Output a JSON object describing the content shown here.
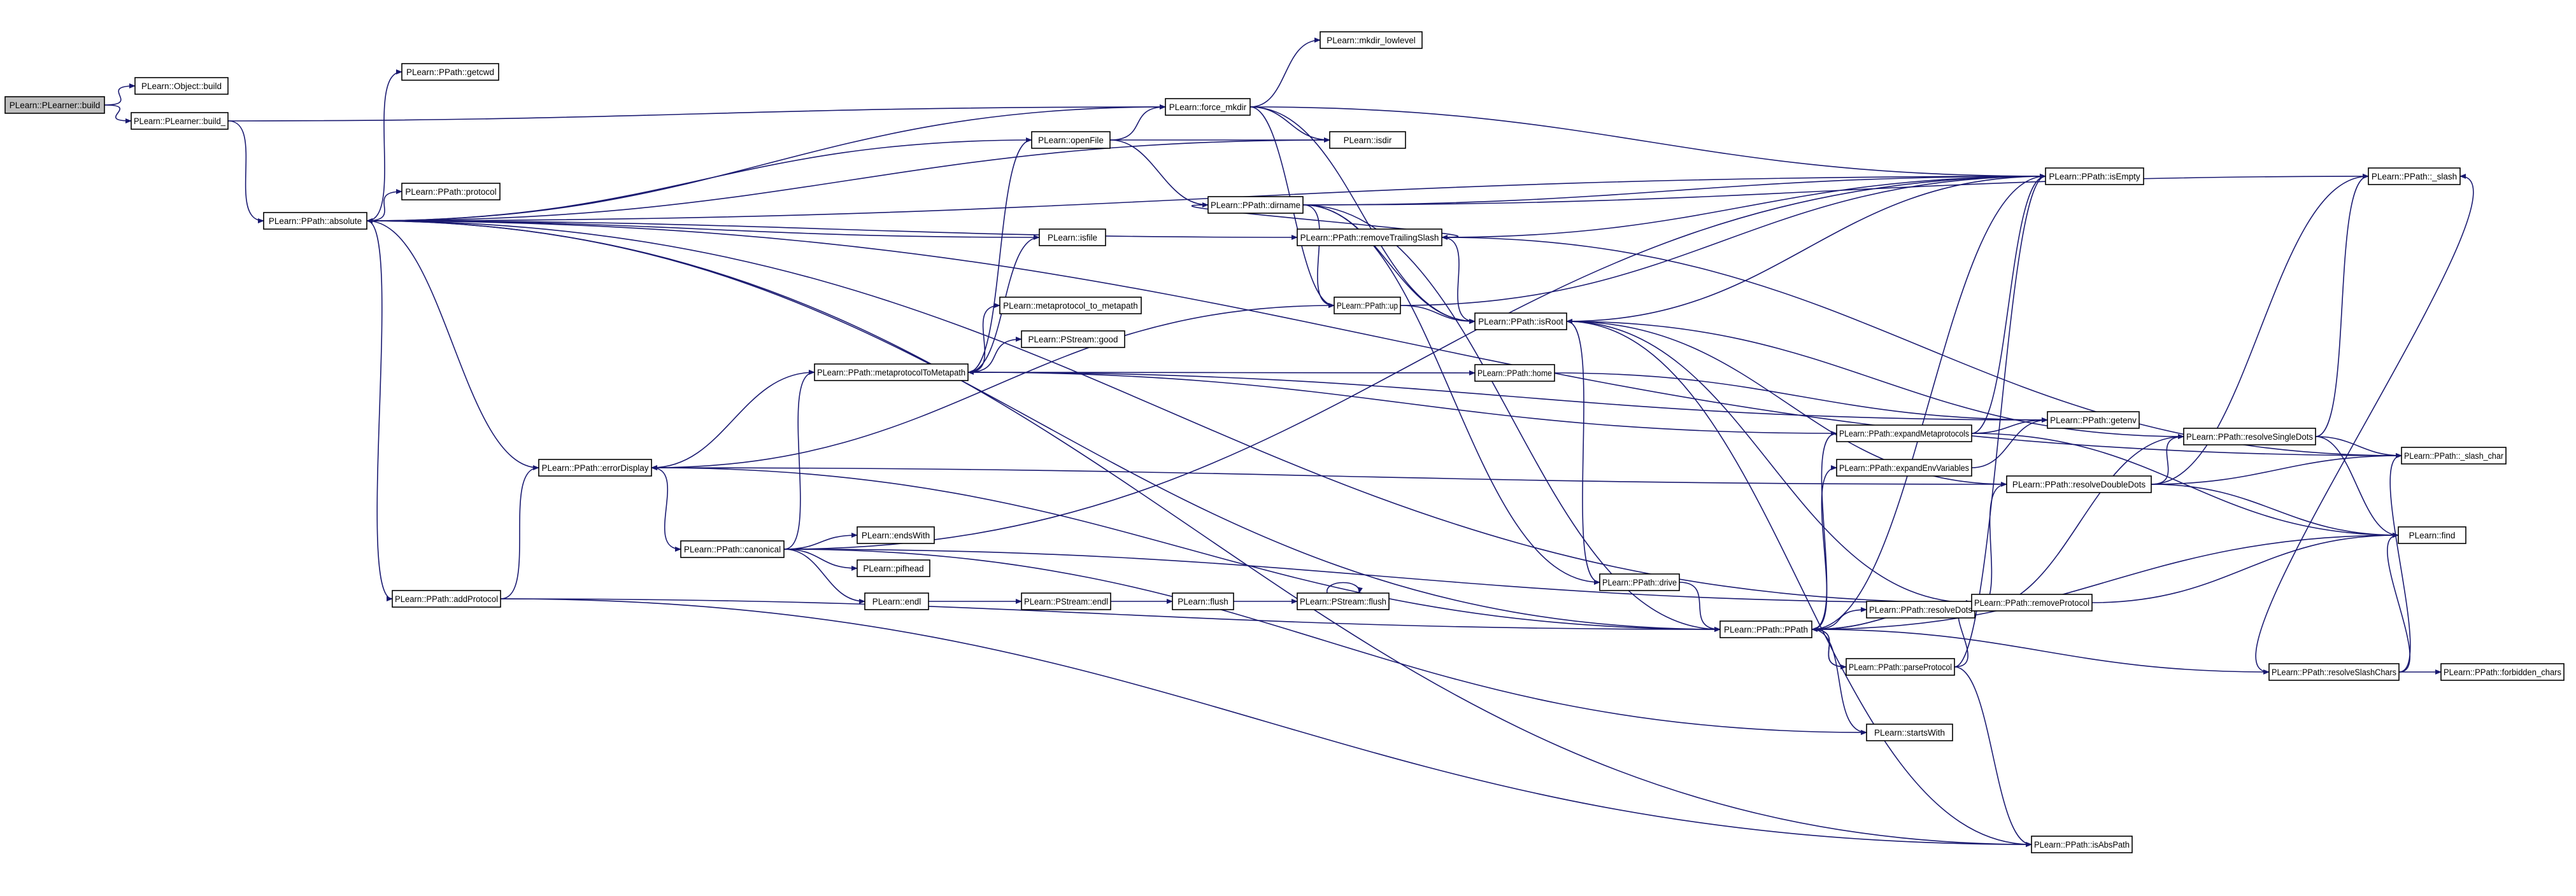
{
  "colors": {
    "edge": "#191970",
    "node_fill": "#ffffff",
    "root_fill": "#bfbfbf",
    "border": "#000000"
  },
  "nodes": [
    {
      "id": "build",
      "label": "PLearn::PLearner::build"
    },
    {
      "id": "obj_build",
      "label": "PLearn::Object::build"
    },
    {
      "id": "build_",
      "label": "PLearn::PLearner::build_"
    },
    {
      "id": "getcwd",
      "label": "PLearn::PPath::getcwd"
    },
    {
      "id": "absolute",
      "label": "PLearn::PPath::absolute"
    },
    {
      "id": "protocol",
      "label": "PLearn::PPath::protocol"
    },
    {
      "id": "errorDisplay",
      "label": "PLearn::PPath::errorDisplay"
    },
    {
      "id": "addProtocol",
      "label": "PLearn::PPath::addProtocol"
    },
    {
      "id": "canonical",
      "label": "PLearn::PPath::canonical"
    },
    {
      "id": "endsWith",
      "label": "PLearn::endsWith"
    },
    {
      "id": "pifhead",
      "label": "PLearn::pifhead"
    },
    {
      "id": "endl",
      "label": "PLearn::endl"
    },
    {
      "id": "pstream_endl",
      "label": "PLearn::PStream::endl"
    },
    {
      "id": "flush",
      "label": "PLearn::flush"
    },
    {
      "id": "pstream_flush",
      "label": "PLearn::PStream::flush"
    },
    {
      "id": "m2m",
      "label": "PLearn::PPath::metaprotocolToMetapath"
    },
    {
      "id": "mp_to_mp",
      "label": "PLearn::metaprotocol_to_metapath"
    },
    {
      "id": "good",
      "label": "PLearn::PStream::good"
    },
    {
      "id": "isfile",
      "label": "PLearn::isfile"
    },
    {
      "id": "openFile",
      "label": "PLearn::openFile"
    },
    {
      "id": "force_mkdir",
      "label": "PLearn::force_mkdir"
    },
    {
      "id": "mkdir_lowlevel",
      "label": "PLearn::mkdir_lowlevel"
    },
    {
      "id": "isdir",
      "label": "PLearn::isdir"
    },
    {
      "id": "dirname",
      "label": "PLearn::PPath::dirname"
    },
    {
      "id": "removeTrailingSlash",
      "label": "PLearn::PPath::removeTrailingSlash"
    },
    {
      "id": "up",
      "label": "PLearn::PPath::up"
    },
    {
      "id": "isRoot",
      "label": "PLearn::PPath::isRoot"
    },
    {
      "id": "home",
      "label": "PLearn::PPath::home"
    },
    {
      "id": "drive",
      "label": "PLearn::PPath::drive"
    },
    {
      "id": "ppath",
      "label": "PLearn::PPath::PPath"
    },
    {
      "id": "isEmpty",
      "label": "PLearn::PPath::isEmpty"
    },
    {
      "id": "getenv",
      "label": "PLearn::PPath::getenv"
    },
    {
      "id": "expandMeta",
      "label": "PLearn::PPath::expandMetaprotocols"
    },
    {
      "id": "expandEnv",
      "label": "PLearn::PPath::expandEnvVariables"
    },
    {
      "id": "resolveDots",
      "label": "PLearn::PPath::resolveDots"
    },
    {
      "id": "removeProtocol",
      "label": "PLearn::PPath::removeProtocol"
    },
    {
      "id": "parseProtocol",
      "label": "PLearn::PPath::parseProtocol"
    },
    {
      "id": "startsWith",
      "label": "PLearn::startsWith"
    },
    {
      "id": "isAbsPath",
      "label": "PLearn::PPath::isAbsPath"
    },
    {
      "id": "resolveDoubleDots",
      "label": "PLearn::PPath::resolveDoubleDots"
    },
    {
      "id": "resolveSingleDots",
      "label": "PLearn::PPath::resolveSingleDots"
    },
    {
      "id": "resolveSlashChars",
      "label": "PLearn::PPath::resolveSlashChars"
    },
    {
      "id": "forbidden",
      "label": "PLearn::PPath::forbidden_chars"
    },
    {
      "id": "_slash",
      "label": "PLearn::PPath::_slash"
    },
    {
      "id": "_slash_char",
      "label": "PLearn::PPath::_slash_char"
    },
    {
      "id": "find",
      "label": "PLearn::find"
    }
  ],
  "edges": [
    [
      "build",
      "obj_build"
    ],
    [
      "build",
      "build_"
    ],
    [
      "build_",
      "absolute"
    ],
    [
      "build_",
      "force_mkdir"
    ],
    [
      "absolute",
      "getcwd"
    ],
    [
      "absolute",
      "protocol"
    ],
    [
      "absolute",
      "addProtocol"
    ],
    [
      "absolute",
      "isEmpty"
    ],
    [
      "absolute",
      "removeTrailingSlash"
    ],
    [
      "absolute",
      "isAbsPath"
    ],
    [
      "absolute",
      "ppath"
    ],
    [
      "absolute",
      "removeProtocol"
    ],
    [
      "absolute",
      "_slash_char"
    ],
    [
      "force_mkdir",
      "absolute"
    ],
    [
      "force_mkdir",
      "mkdir_lowlevel"
    ],
    [
      "force_mkdir",
      "isdir"
    ],
    [
      "force_mkdir",
      "isRoot"
    ],
    [
      "force_mkdir",
      "isEmpty"
    ],
    [
      "force_mkdir",
      "up"
    ],
    [
      "openFile",
      "absolute"
    ],
    [
      "openFile",
      "force_mkdir"
    ],
    [
      "openFile",
      "isdir"
    ],
    [
      "openFile",
      "dirname"
    ],
    [
      "isdir",
      "absolute"
    ],
    [
      "isfile",
      "absolute"
    ],
    [
      "dirname",
      "removeTrailingSlash"
    ],
    [
      "dirname",
      "isRoot"
    ],
    [
      "dirname",
      "isEmpty"
    ],
    [
      "dirname",
      "_slash"
    ],
    [
      "dirname",
      "ppath"
    ],
    [
      "dirname",
      "drive"
    ],
    [
      "dirname",
      "up"
    ],
    [
      "removeTrailingSlash",
      "isEmpty"
    ],
    [
      "removeTrailingSlash",
      "isRoot"
    ],
    [
      "removeTrailingSlash",
      "_slash_char"
    ],
    [
      "up",
      "isRoot"
    ],
    [
      "up",
      "isEmpty"
    ],
    [
      "up",
      "errorDisplay"
    ],
    [
      "isRoot",
      "isEmpty"
    ],
    [
      "isRoot",
      "drive"
    ],
    [
      "isRoot",
      "isAbsPath"
    ],
    [
      "isRoot",
      "removeProtocol"
    ],
    [
      "m2m",
      "openFile"
    ],
    [
      "m2m",
      "isfile"
    ],
    [
      "m2m",
      "mp_to_mp"
    ],
    [
      "m2m",
      "good"
    ],
    [
      "m2m",
      "home"
    ],
    [
      "m2m",
      "getenv"
    ],
    [
      "m2m",
      "errorDisplay"
    ],
    [
      "home",
      "getenv"
    ],
    [
      "errorDisplay",
      "absolute"
    ],
    [
      "errorDisplay",
      "canonical"
    ],
    [
      "addProtocol",
      "errorDisplay"
    ],
    [
      "addProtocol",
      "ppath"
    ],
    [
      "addProtocol",
      "isAbsPath"
    ],
    [
      "canonical",
      "endsWith"
    ],
    [
      "canonical",
      "pifhead"
    ],
    [
      "canonical",
      "endl"
    ],
    [
      "canonical",
      "m2m"
    ],
    [
      "canonical",
      "isEmpty"
    ],
    [
      "canonical",
      "removeProtocol"
    ],
    [
      "canonical",
      "startsWith"
    ],
    [
      "endl",
      "pstream_endl"
    ],
    [
      "pstream_endl",
      "flush"
    ],
    [
      "flush",
      "pstream_flush"
    ],
    [
      "pstream_flush",
      "pstream_flush"
    ],
    [
      "drive",
      "ppath"
    ],
    [
      "ppath",
      "expandMeta"
    ],
    [
      "ppath",
      "expandEnv"
    ],
    [
      "ppath",
      "resolveDots"
    ],
    [
      "ppath",
      "removeProtocol"
    ],
    [
      "ppath",
      "parseProtocol"
    ],
    [
      "ppath",
      "startsWith"
    ],
    [
      "ppath",
      "resolveSlashChars"
    ],
    [
      "ppath",
      "find"
    ],
    [
      "ppath",
      "errorDisplay"
    ],
    [
      "ppath",
      "isEmpty"
    ],
    [
      "expandMeta",
      "getenv"
    ],
    [
      "expandMeta",
      "m2m"
    ],
    [
      "expandMeta",
      "isEmpty"
    ],
    [
      "expandMeta",
      "find"
    ],
    [
      "expandEnv",
      "getenv"
    ],
    [
      "resolveDots",
      "resolveDoubleDots"
    ],
    [
      "resolveDots",
      "resolveSingleDots"
    ],
    [
      "resolveDoubleDots",
      "resolveSingleDots"
    ],
    [
      "resolveDoubleDots",
      "_slash"
    ],
    [
      "resolveDoubleDots",
      "_slash_char"
    ],
    [
      "resolveDoubleDots",
      "find"
    ],
    [
      "resolveDoubleDots",
      "isRoot"
    ],
    [
      "resolveDoubleDots",
      "errorDisplay"
    ],
    [
      "resolveSingleDots",
      "_slash"
    ],
    [
      "resolveSingleDots",
      "_slash_char"
    ],
    [
      "resolveSingleDots",
      "find"
    ],
    [
      "resolveSingleDots",
      "isRoot"
    ],
    [
      "resolveSlashChars",
      "forbidden"
    ],
    [
      "resolveSlashChars",
      "_slash_char"
    ],
    [
      "resolveSlashChars",
      "_slash"
    ],
    [
      "resolveSlashChars",
      "find"
    ],
    [
      "parseProtocol",
      "removeProtocol"
    ],
    [
      "parseProtocol",
      "isAbsPath"
    ],
    [
      "parseProtocol",
      "isEmpty"
    ],
    [
      "parseProtocol",
      "ppath"
    ],
    [
      "removeProtocol",
      "ppath"
    ],
    [
      "removeProtocol",
      "find"
    ]
  ]
}
